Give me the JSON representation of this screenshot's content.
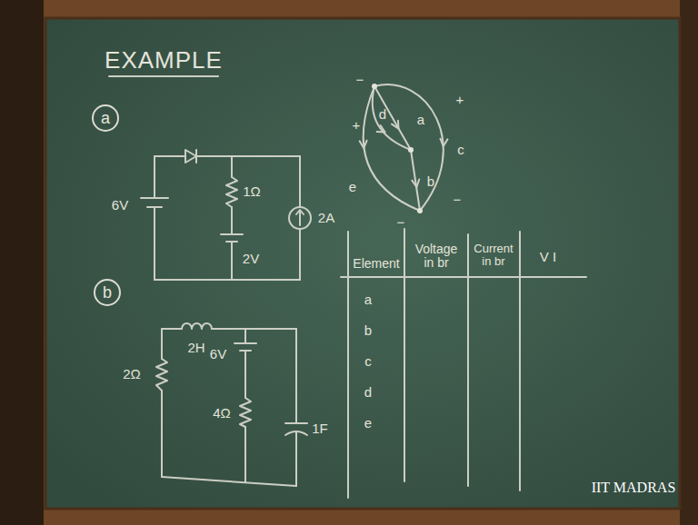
{
  "diagram": {
    "title": "EXAMPLE",
    "nodes": [
      {
        "text": [
          "a"
        ]
      },
      {
        "text": [
          "b"
        ]
      }
    ],
    "labels": [
      "6V",
      "1Ω",
      "2V",
      "2A",
      "2H",
      "2Ω",
      "6V",
      "4Ω",
      "1F",
      "d",
      "a",
      "b",
      "c",
      "e",
      "−",
      "+",
      "+",
      "−",
      "−",
      "Element",
      "Voltage in br",
      "Current in br",
      "V I",
      "a",
      "b",
      "c",
      "d",
      "e",
      "IIT MADRAS"
    ]
  }
}
